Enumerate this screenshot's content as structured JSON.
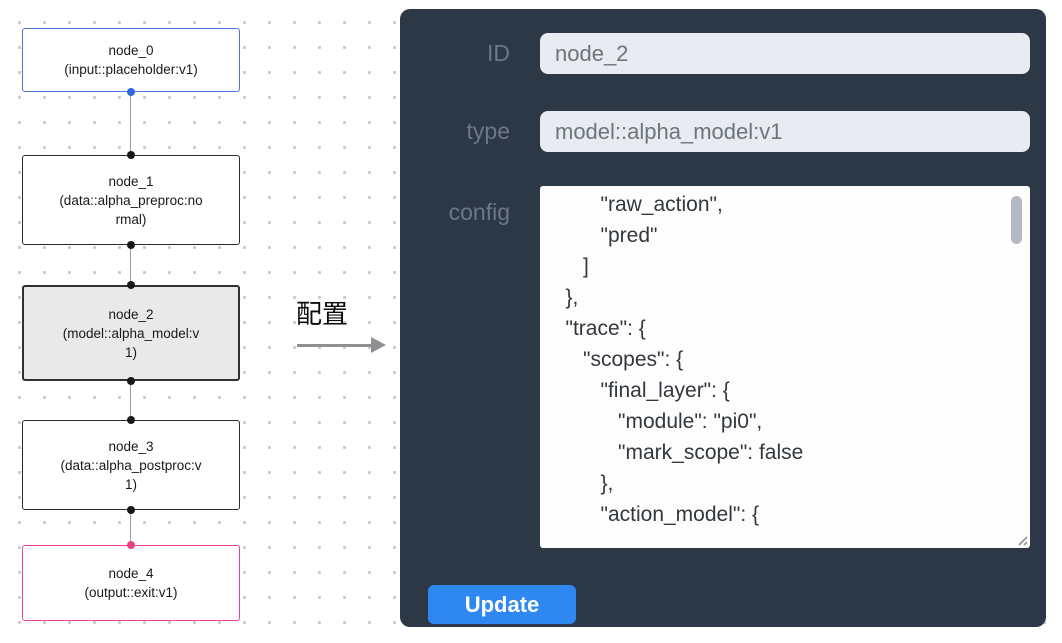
{
  "flowchart": {
    "nodes": [
      {
        "title": "node_0",
        "subtitle": "(input::placeholder:v1)"
      },
      {
        "title": "node_1",
        "subtitle": "(data::alpha_preproc:normal)"
      },
      {
        "title": "node_2",
        "subtitle": "(model::alpha_model:v1)"
      },
      {
        "title": "node_3",
        "subtitle": "(data::alpha_postproc:v1)"
      },
      {
        "title": "node_4",
        "subtitle": "(output::exit:v1)"
      }
    ],
    "selected_node": "node_2"
  },
  "arrow": {
    "label": "配置"
  },
  "panel": {
    "fields": {
      "id": {
        "label": "ID",
        "value": "node_2"
      },
      "type": {
        "label": "type",
        "value": "model::alpha_model:v1"
      },
      "config": {
        "label": "config",
        "value": "         \"raw_action\",\n         \"pred\"\n      ]\n   },\n   \"trace\": {\n      \"scopes\": {\n         \"final_layer\": {\n            \"module\": \"pi0\",\n            \"mark_scope\": false\n         },\n         \"action_model\": {"
      }
    },
    "update_button": "Update"
  },
  "colors": {
    "panel_background": "#2d3847",
    "accent_blue": "#2f87f2",
    "input_node_border": "#4b79e0",
    "input_node_port": "#2d6ae0",
    "output_node_border": "#ee3f9e",
    "output_node_port": "#e8427f",
    "selected_node_fill": "#e9e9e9",
    "field_background": "#e8ebef"
  }
}
